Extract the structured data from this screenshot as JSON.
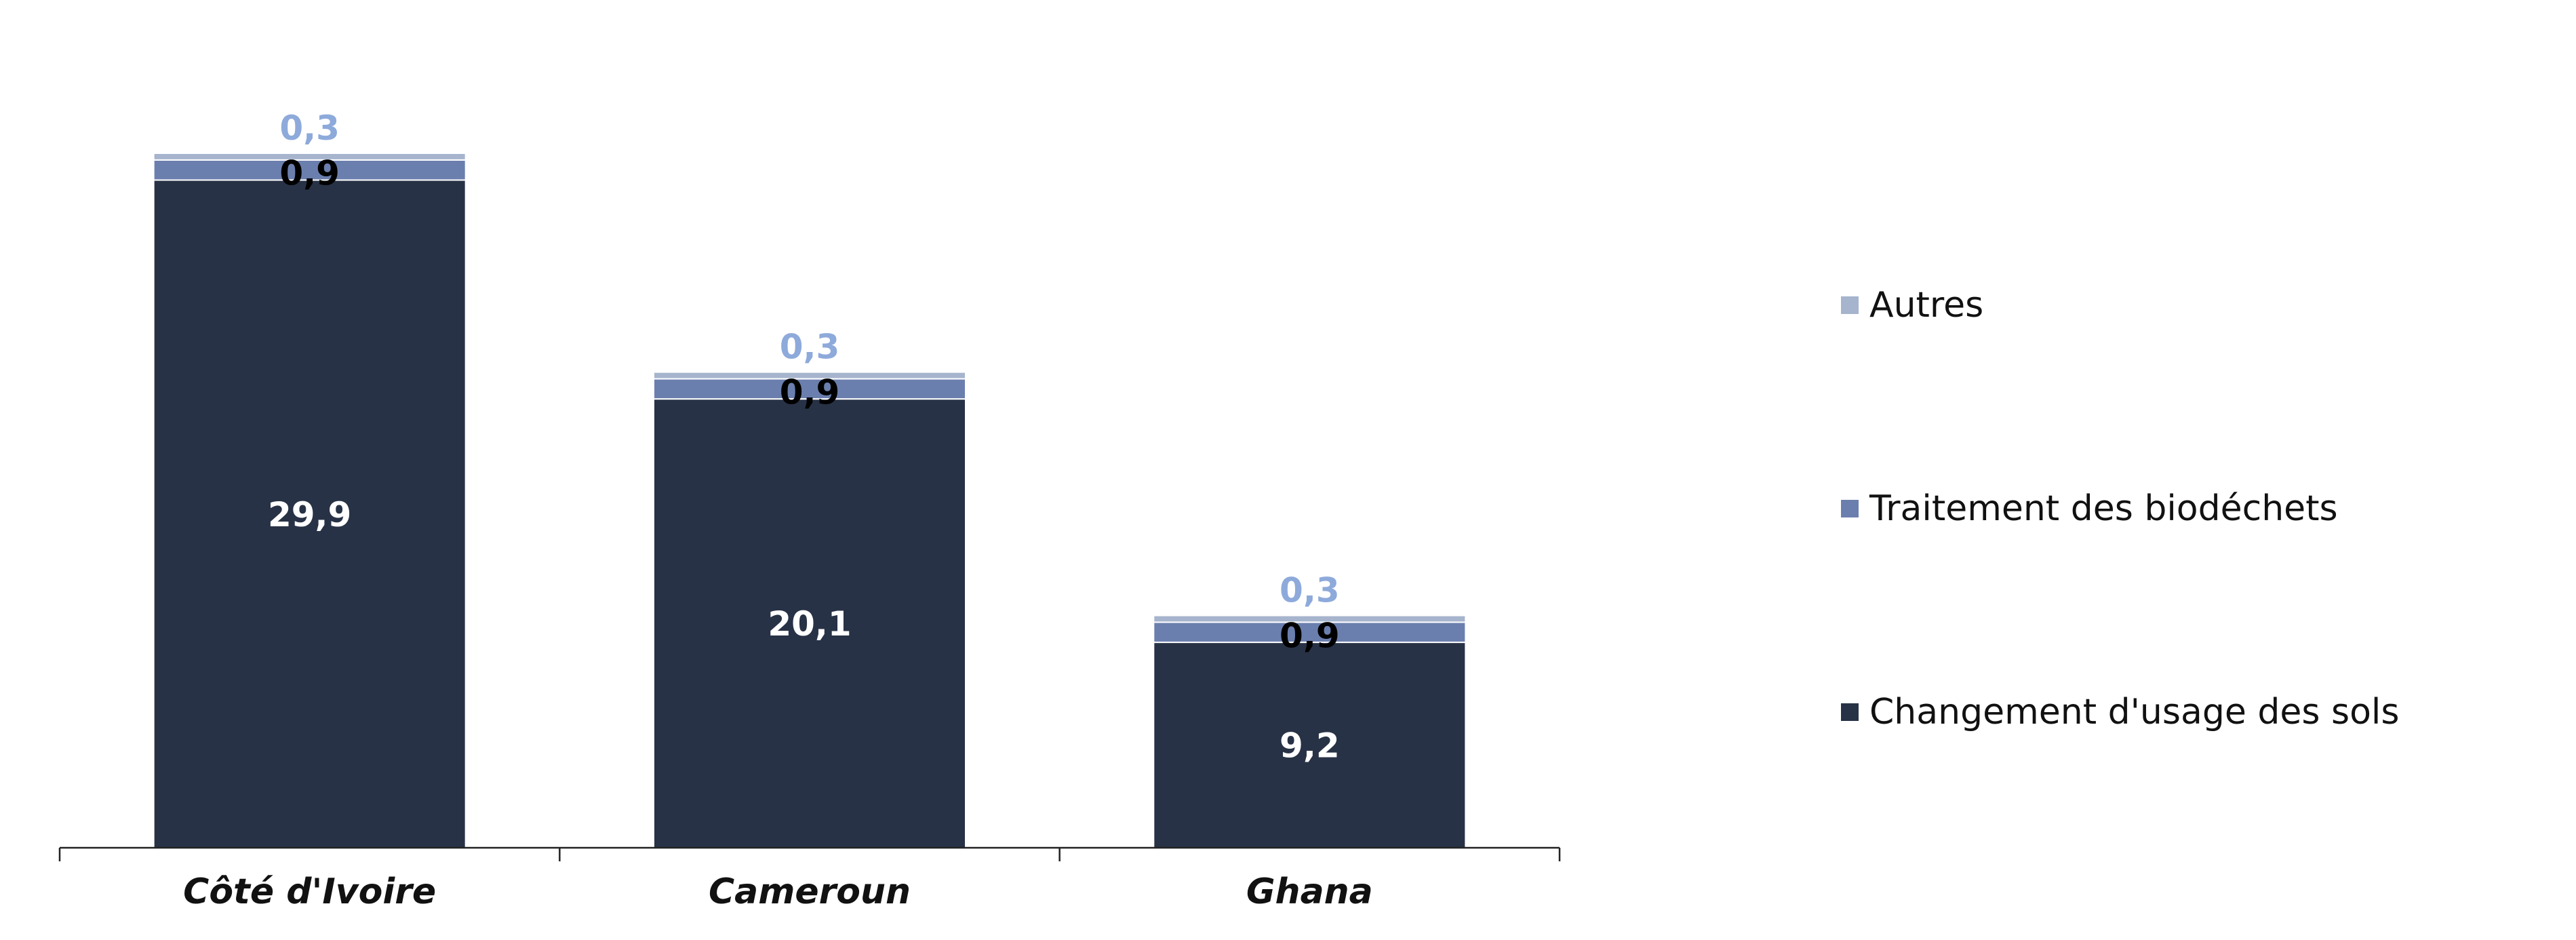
{
  "chart_data": {
    "type": "bar",
    "stacked": true,
    "categories": [
      "Côté d'Ivoire",
      "Cameroun",
      "Ghana"
    ],
    "series": [
      {
        "name": "Changement d'usage des sols",
        "values": [
          29.9,
          20.1,
          9.2
        ],
        "value_labels": [
          "29,9",
          "20,1",
          "9,2"
        ],
        "color": "#283246",
        "label_color": "#ffffff"
      },
      {
        "name": "Traitement des biodéchets",
        "values": [
          0.9,
          0.9,
          0.9
        ],
        "value_labels": [
          "0,9",
          "0,9",
          "0,9"
        ],
        "color": "#6b7fae",
        "label_color": "#000000"
      },
      {
        "name": "Autres",
        "values": [
          0.3,
          0.3,
          0.3
        ],
        "value_labels": [
          "0,3",
          "0,3",
          "0,3"
        ],
        "color": "#a6b4cd",
        "label_color": "#8eaadb"
      }
    ],
    "legend_order": [
      "Autres",
      "Traitement des biodéchets",
      "Changement d'usage des sols"
    ],
    "legend_position": "right",
    "ylim": [
      0,
      31.1
    ],
    "grid": false,
    "y_axis_visible": false
  }
}
